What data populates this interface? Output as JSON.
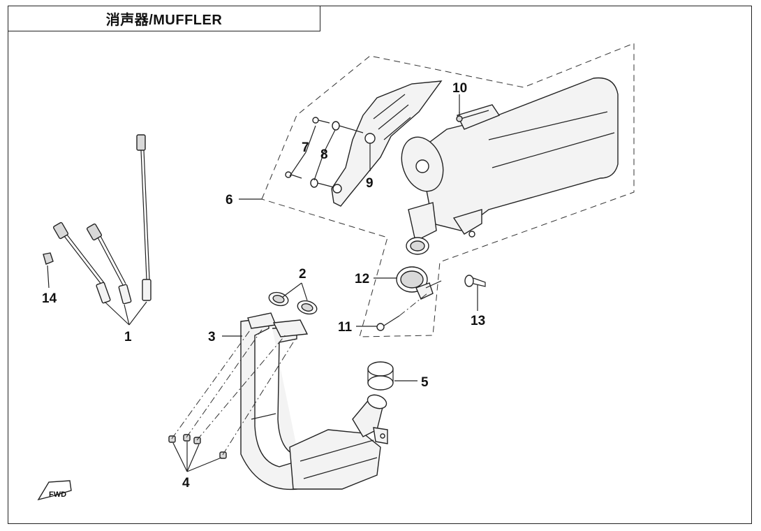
{
  "title": "消声器/MUFFLER",
  "callouts": [
    "1",
    "2",
    "3",
    "4",
    "5",
    "6",
    "7",
    "8",
    "9",
    "10",
    "11",
    "12",
    "13",
    "14"
  ],
  "fwd_label": "FWD",
  "colors": {
    "line": "#222222",
    "background": "#ffffff"
  }
}
